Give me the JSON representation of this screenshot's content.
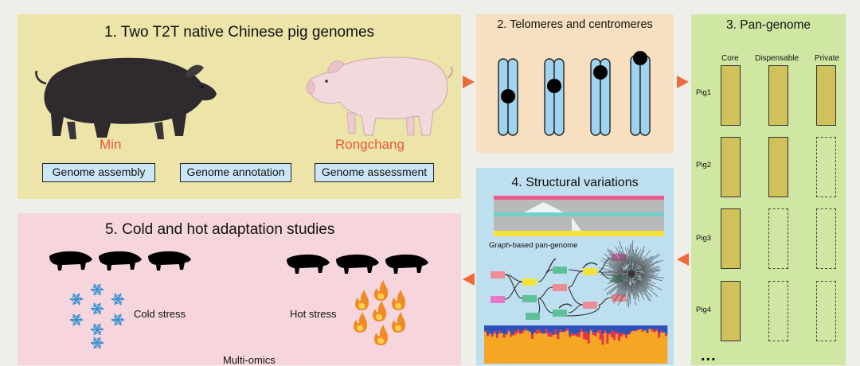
{
  "panel1": {
    "title": "1. Two T2T native Chinese pig genomes",
    "breed_left": "Min",
    "breed_right": "Rongchang",
    "buttons": [
      "Genome assembly",
      "Genome annotation",
      "Genome assessment"
    ]
  },
  "panel2": {
    "title": "2. Telomeres and centromeres"
  },
  "panel3": {
    "title": "3. Pan-genome",
    "columns": [
      "Core",
      "Dispensable",
      "Private"
    ],
    "rows": [
      {
        "label": "Pig1",
        "cells": [
          1,
          1,
          1
        ]
      },
      {
        "label": "Pig2",
        "cells": [
          1,
          1,
          0
        ]
      },
      {
        "label": "Pig3",
        "cells": [
          1,
          0,
          0
        ]
      },
      {
        "label": "Pig4",
        "cells": [
          1,
          0,
          0
        ]
      }
    ],
    "more": "..."
  },
  "panel4": {
    "title": "4. Structural variations",
    "graph_label": "Graph-based pan-genome"
  },
  "panel5": {
    "title": "5. Cold and hot adaptation studies",
    "cold_label": "Cold stress",
    "hot_label": "Hot stress",
    "bottom_label": "Multi-omics"
  },
  "colors": {
    "accent_arrow": "#ee6a36",
    "breed_text": "#e8583a",
    "panel1_bg": "#ece4a8",
    "panel2_bg": "#f7dfbf",
    "panel3_bg": "#cfe7a2",
    "panel4_bg": "#bedff0",
    "panel5_bg": "#f6d6dc",
    "bar_fill": "#d1c15a",
    "chromosome": "#9fd3ee",
    "snowflake": "#3f93d0",
    "flame": "#f08a24"
  }
}
